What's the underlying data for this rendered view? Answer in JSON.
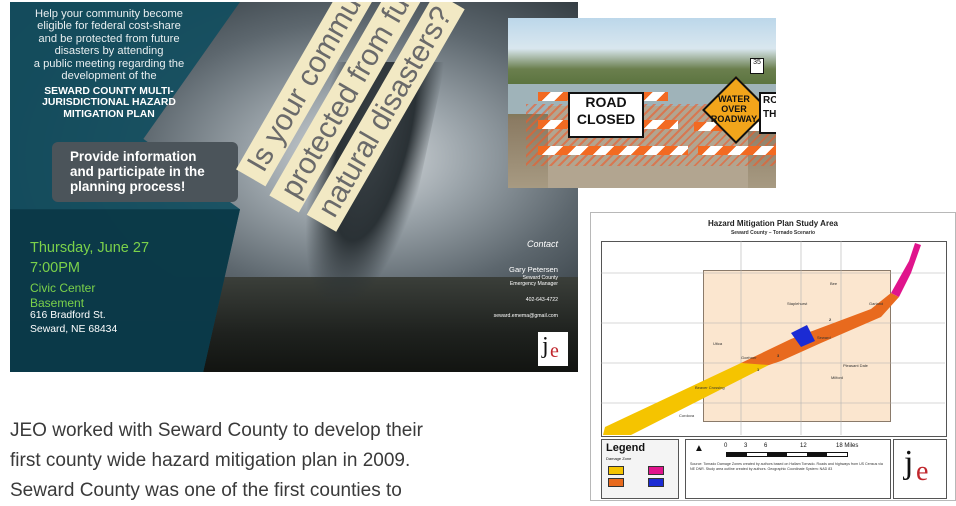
{
  "poster": {
    "intro": [
      "Help your community become",
      "eligible for federal cost-share",
      "and be protected from future",
      "disasters by attending",
      "a public meeting regarding the",
      "development of the"
    ],
    "plan_name": [
      "SEWARD COUNTY MULTI-",
      "JURISDICTIONAL HAZARD",
      "MITIGATION PLAN"
    ],
    "callout": [
      "Provide information",
      "and participate in the",
      "planning process!"
    ],
    "headline": [
      "Is your community",
      "protected from future",
      "natural disasters?"
    ],
    "event": {
      "date": "Thursday, June 27",
      "time": "7:00PM",
      "venue": [
        "Civic Center",
        "Basement"
      ],
      "address": [
        "616 Bradford St.",
        "Seward, NE 68434"
      ]
    },
    "contact": {
      "heading": "Contact",
      "name": "Gary Petersen",
      "title": [
        "Seward County",
        "Emergency Manager"
      ],
      "phone": "402-643-4722",
      "email": "seward.emema@gmail.com"
    },
    "colors": {
      "panel": "#124e60",
      "event_text": "#7bd14a",
      "banner": "#f2e9c4"
    }
  },
  "road_photo": {
    "sign_main": [
      "ROAD",
      "CLOSED"
    ],
    "sign_warning": [
      "WATER",
      "OVER",
      "ROADWAY"
    ],
    "sign_cut": [
      "RO",
      "THR"
    ],
    "speed_sign": "35"
  },
  "map": {
    "title": "Hazard Mitigation Plan Study Area",
    "subtitle": "Seward County – Tornado Scenario",
    "legend_title": "Legend",
    "legend_subtitle": "Damage Zone",
    "scale_ticks": [
      "0",
      "3",
      "6",
      "12",
      "18 Miles"
    ],
    "town_labels": [
      "Bee",
      "Staplehurst",
      "Garland",
      "Utica",
      "Goehner",
      "Seward",
      "Pleasant Dale",
      "Milford",
      "Beaver Crossing",
      "Cordova"
    ],
    "zone_labels": [
      "1",
      "2",
      "3"
    ],
    "source_text": "Source: Tornado Damage Zones created by authors based on Hallam Tornado. Roads and highways from US Census via NE DNR. Study area outline created by authors. Geographic Coordinate System: NAD 83",
    "zone_colors": [
      "#f5c400",
      "#e86a1e",
      "#e0148c",
      "#1b2bd4"
    ]
  },
  "logo": {
    "j": "j",
    "e": "e"
  },
  "body": {
    "lines": [
      "JEO worked with Seward County to develop their",
      "first county wide hazard mitigation plan in 2009.",
      "Seward County was one of the first counties to"
    ]
  }
}
